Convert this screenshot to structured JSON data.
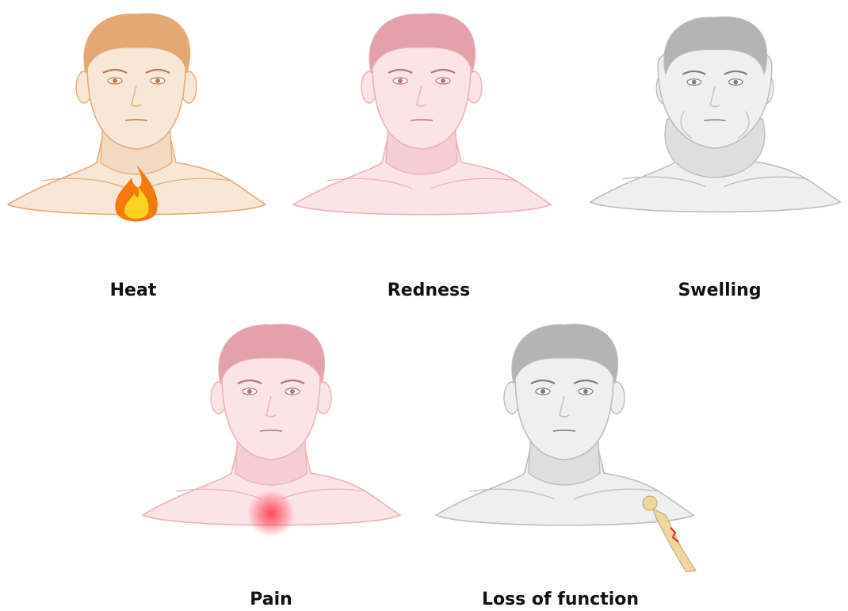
{
  "panels": [
    {
      "label": "Heat",
      "theme": {
        "skin": "#f8e7d6",
        "line": "#e6ad77",
        "hair": "#e3a874",
        "feature": "#b97c4c",
        "shade": "#f3d9c2"
      }
    },
    {
      "label": "Redness",
      "theme": {
        "skin": "#fbe3e6",
        "line": "#eab3ba",
        "hair": "#e3a1aa",
        "feature": "#b9747d",
        "shade": "#f5cdd3"
      }
    },
    {
      "label": "Swelling",
      "theme": {
        "skin": "#efefef",
        "line": "#bdbdbd",
        "hair": "#b4b4b4",
        "feature": "#7f7f7f",
        "shade": "#dedede"
      }
    },
    {
      "label": "Pain",
      "theme": {
        "skin": "#fbe3e6",
        "line": "#eab3ba",
        "hair": "#e3a1aa",
        "feature": "#b9747d",
        "shade": "#f5cdd3"
      }
    },
    {
      "label": "Loss of function",
      "theme": {
        "skin": "#efefef",
        "line": "#bdbdbd",
        "hair": "#b4b4b4",
        "feature": "#7f7f7f",
        "shade": "#dedede"
      }
    }
  ],
  "icons": {
    "heat": "flame-icon",
    "pain": "pain-glow-icon",
    "loss_of_function": "fractured-bone-icon"
  },
  "colors": {
    "flame_outer": "#f47a0f",
    "flame_inner": "#ffd21f",
    "pain_glow": "#ff4b5c",
    "bone": "#f0d7a0",
    "fracture": "#d84a3a"
  }
}
